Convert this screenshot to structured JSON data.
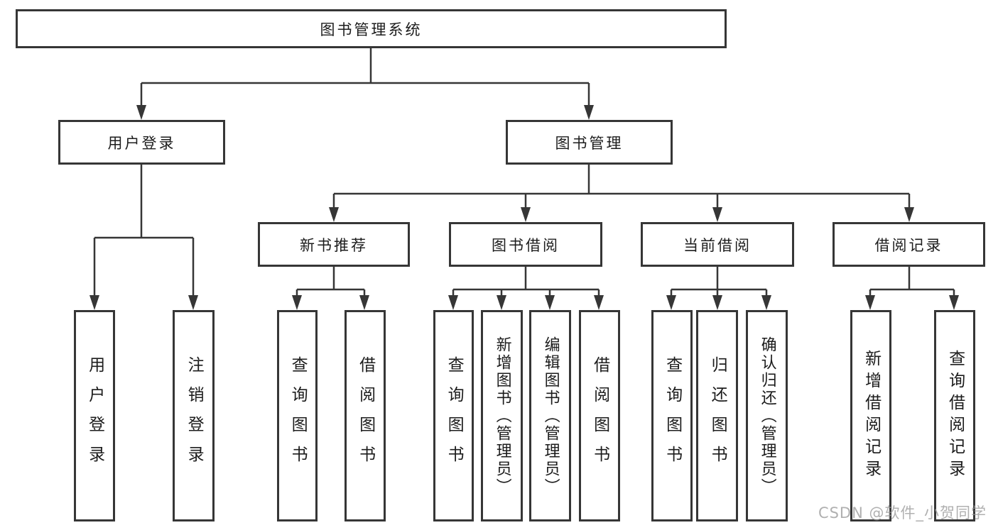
{
  "diagram": {
    "root": {
      "label": "图书管理系统"
    },
    "level2": {
      "user_login": "用户登录",
      "book_management": "图书管理"
    },
    "level3": {
      "new_book_recommend": "新书推荐",
      "book_borrow": "图书借阅",
      "current_borrow": "当前借阅",
      "borrow_record": "借阅记录"
    },
    "leaves": {
      "user_login": "用户登录",
      "logout": "注销登录",
      "nb_query_book": "查询图书",
      "nb_borrow_book": "借阅图书",
      "bb_query_book": "查询图书",
      "bb_add_book": "新增图书（管理员）",
      "bb_edit_book": "编辑图书（管理员）",
      "bb_borrow_book": "借阅图书",
      "cb_query_book": "查询图书",
      "cb_return_book": "归还图书",
      "cb_confirm_return": "确认归还（管理员）",
      "br_add_record": "新增借阅记录",
      "br_query_record": "查询借阅记录"
    },
    "watermark": "CSDN @软件_小贺同学"
  },
  "colors": {
    "line": "#363636",
    "text": "#1c1c1c",
    "watermark": "#969696",
    "background": "#ffffff"
  }
}
